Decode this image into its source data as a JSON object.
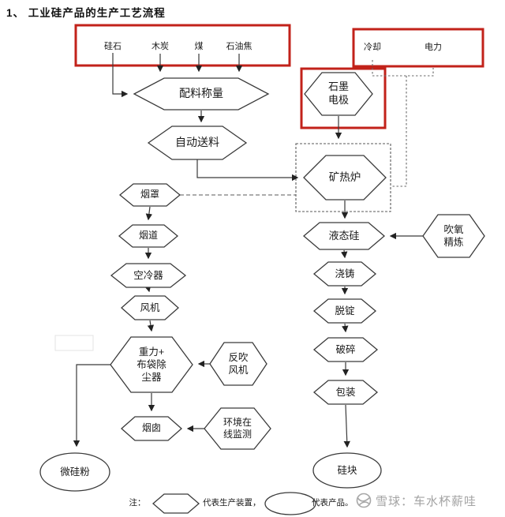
{
  "title": "1、 工业硅产品的生产工艺流程",
  "colors": {
    "highlight_red": "#c2221a",
    "line": "#3a3a3a",
    "watermark_gray": "#a3a3a3"
  },
  "raw_materials": {
    "items": [
      "硅石",
      "木炭",
      "煤",
      "石油焦"
    ]
  },
  "utilities": {
    "cooling": "冷却",
    "power": "电力"
  },
  "nodes": {
    "graphite_electrode": "石墨\n电极",
    "batching_weighing": "配料称量",
    "auto_feeding": "自动送料",
    "furnace": "矿热炉",
    "fume_hood": "烟罩",
    "flue": "烟道",
    "air_cooler": "空冷器",
    "fan": "风机",
    "dust_collector": "重力+\n布袋除\n尘器",
    "back_blow_fan": "反吹\n风机",
    "chimney": "烟囱",
    "env_monitoring": "环境在\n线监测",
    "silica_fume": "微硅粉",
    "liquid_silicon": "液态硅",
    "oxygen_refining": "吹氧\n精炼",
    "casting": "浇铸",
    "ingot_stripping": "脱锭",
    "crushing": "破碎",
    "packing": "包装",
    "silicon_block": "硅块"
  },
  "legend": {
    "note": "注：",
    "device_text": "代表生产装置，",
    "product_text": "代表产品。"
  },
  "watermark": {
    "text": "雪球：车水杯薪哇"
  }
}
